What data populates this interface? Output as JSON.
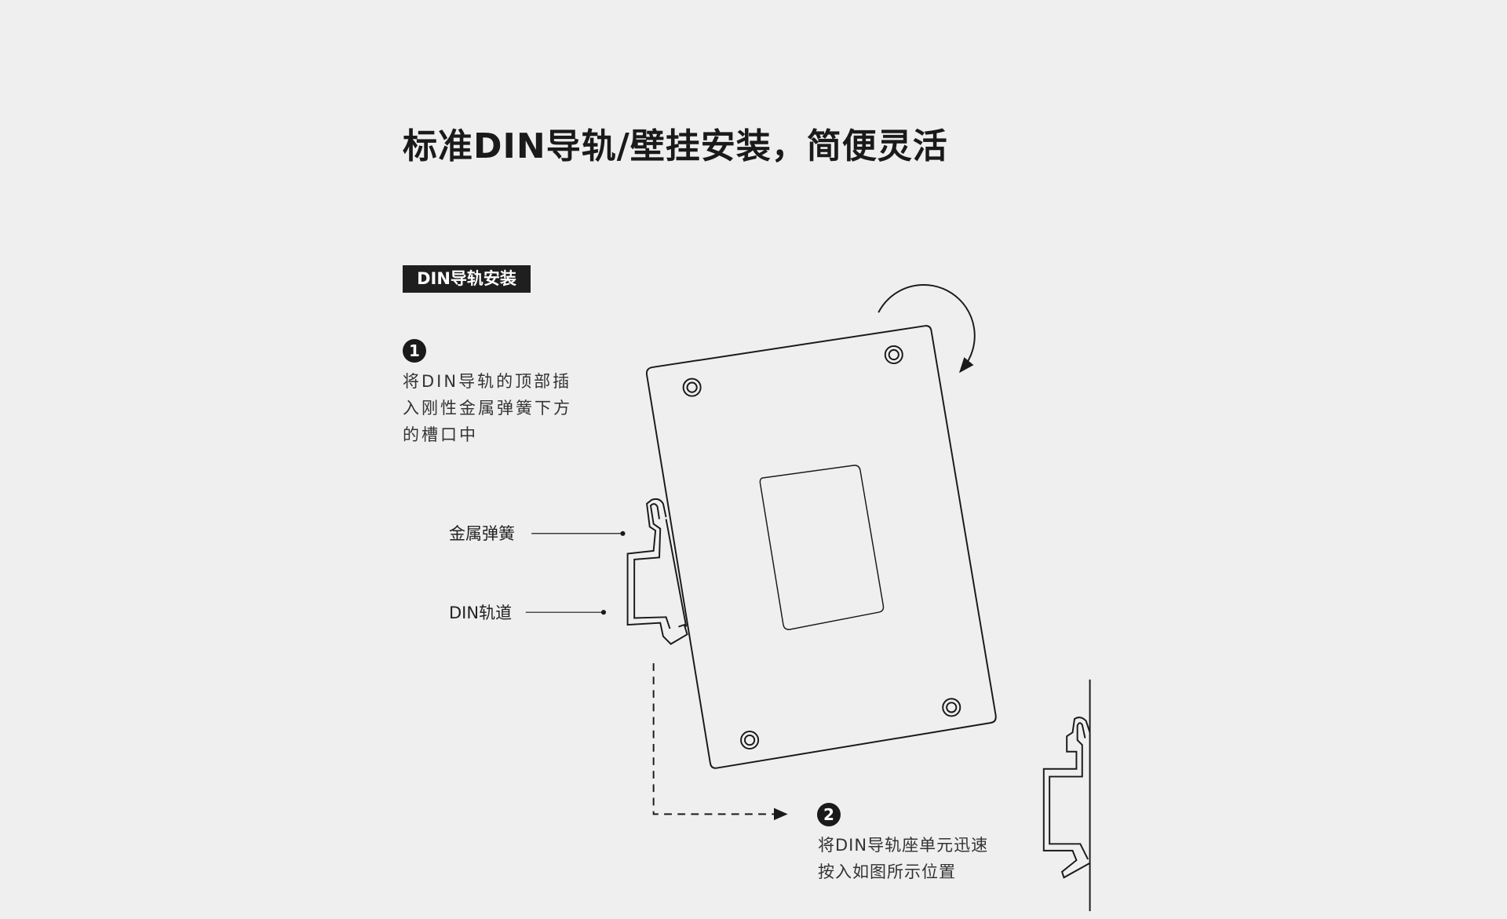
{
  "title": "标准DIN导轨/壁挂安装，简便灵活",
  "section_badge": "DIN导轨安装",
  "steps": [
    {
      "number": "1",
      "lines": [
        "将DIN导轨的顶部插",
        "入刚性金属弹簧下方",
        "的槽口中"
      ]
    },
    {
      "number": "2",
      "lines": [
        "将DIN导轨座单元迅速",
        "按入如图所示位置"
      ]
    }
  ],
  "labels": {
    "spring": "金属弹簧",
    "rail": "DIN轨道"
  }
}
